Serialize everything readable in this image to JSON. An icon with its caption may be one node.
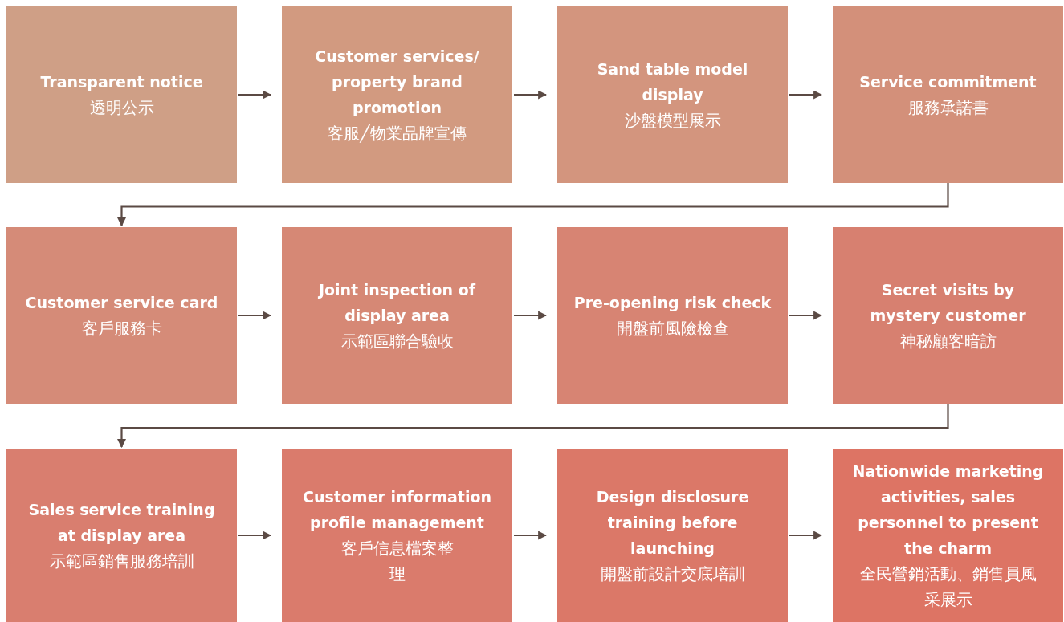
{
  "diagram": {
    "nodes": [
      {
        "text": [
          "Transparent notice",
          "透明公示"
        ]
      },
      {
        "text": [
          "Customer services/ property brand promotion",
          "客服╱物業品牌宣傳"
        ]
      },
      {
        "text": [
          "Sand table model display",
          "沙盤模型展示"
        ]
      },
      {
        "text": [
          "Service commitment",
          "服務承諾書"
        ]
      },
      {
        "text": [
          "Customer service card",
          "客戶服務卡"
        ]
      },
      {
        "text": [
          "Joint inspection of display area",
          "示範區聯合驗收"
        ]
      },
      {
        "text": [
          "Pre-opening risk check",
          "開盤前風險檢查"
        ]
      },
      {
        "text": [
          "Secret visits by mystery customer",
          "神秘顧客暗訪"
        ]
      },
      {
        "text": [
          "Sales service training at display area",
          "示範區銷售服務培訓"
        ]
      },
      {
        "text": [
          "Customer information profile management",
          "客戶信息檔案整理"
        ]
      },
      {
        "text": [
          "Design disclosure training before launching",
          "開盤前設計交底培訓"
        ]
      },
      {
        "text": [
          "Nationwide marketing activities, sales personnel to present the charm",
          "全民營銷活動、銷售員風采展示"
        ]
      }
    ],
    "edges": [
      {
        "from": 0,
        "to": 1,
        "arrow": "to"
      },
      {
        "from": 1,
        "to": 2,
        "arrow": "to"
      },
      {
        "from": 2,
        "to": 3,
        "arrow": "to"
      },
      {
        "from": 3,
        "to": 4,
        "arrow": "to"
      },
      {
        "from": 4,
        "to": 5,
        "arrow": "to"
      },
      {
        "from": 5,
        "to": 6,
        "arrow": "to"
      },
      {
        "from": 6,
        "to": 7,
        "arrow": "to"
      },
      {
        "from": 7,
        "to": 8,
        "arrow": "to"
      },
      {
        "from": 8,
        "to": 9,
        "arrow": "to"
      },
      {
        "from": 9,
        "to": 10,
        "arrow": "to"
      },
      {
        "from": 10,
        "to": 11,
        "arrow": "to"
      }
    ]
  }
}
